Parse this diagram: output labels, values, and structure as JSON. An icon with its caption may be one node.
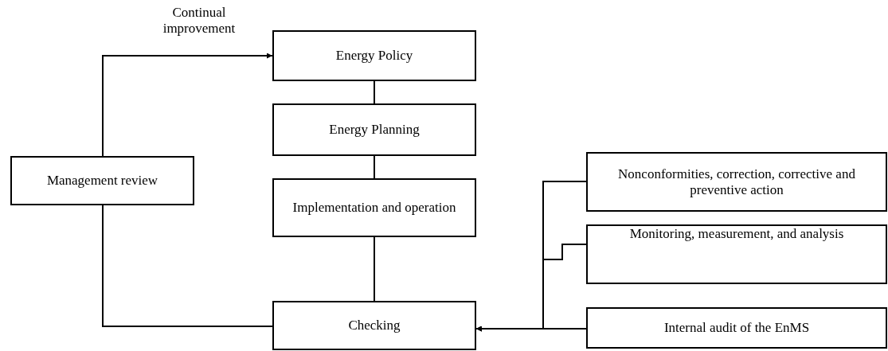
{
  "diagram": {
    "nodes": [
      {
        "text": [
          "Energy Policy"
        ]
      },
      {
        "text": [
          "Energy Planning"
        ]
      },
      {
        "text": [
          "Implementation and operation"
        ]
      },
      {
        "text": [
          "Management review"
        ]
      },
      {
        "text": [
          "Checking"
        ]
      },
      {
        "text": [
          "Nonconformities, correction, corrective and preventive action"
        ]
      },
      {
        "text": [
          "Monitoring, measurement, and analysis"
        ]
      },
      {
        "text": [
          "Internal audit of the EnMS"
        ]
      }
    ],
    "edges": [
      {
        "from": 3,
        "to": 0,
        "arrow": "to",
        "label": "Continual improvement"
      },
      {
        "from": 0,
        "to": 1,
        "arrow": "none"
      },
      {
        "from": 1,
        "to": 2,
        "arrow": "none"
      },
      {
        "from": 2,
        "to": 4,
        "arrow": "none"
      },
      {
        "from": 4,
        "to": 3,
        "arrow": "none"
      },
      {
        "from": 5,
        "to": 4,
        "arrow": "to"
      },
      {
        "from": 6,
        "to": 4,
        "arrow": "to"
      },
      {
        "from": 7,
        "to": 4,
        "arrow": "to"
      }
    ]
  }
}
